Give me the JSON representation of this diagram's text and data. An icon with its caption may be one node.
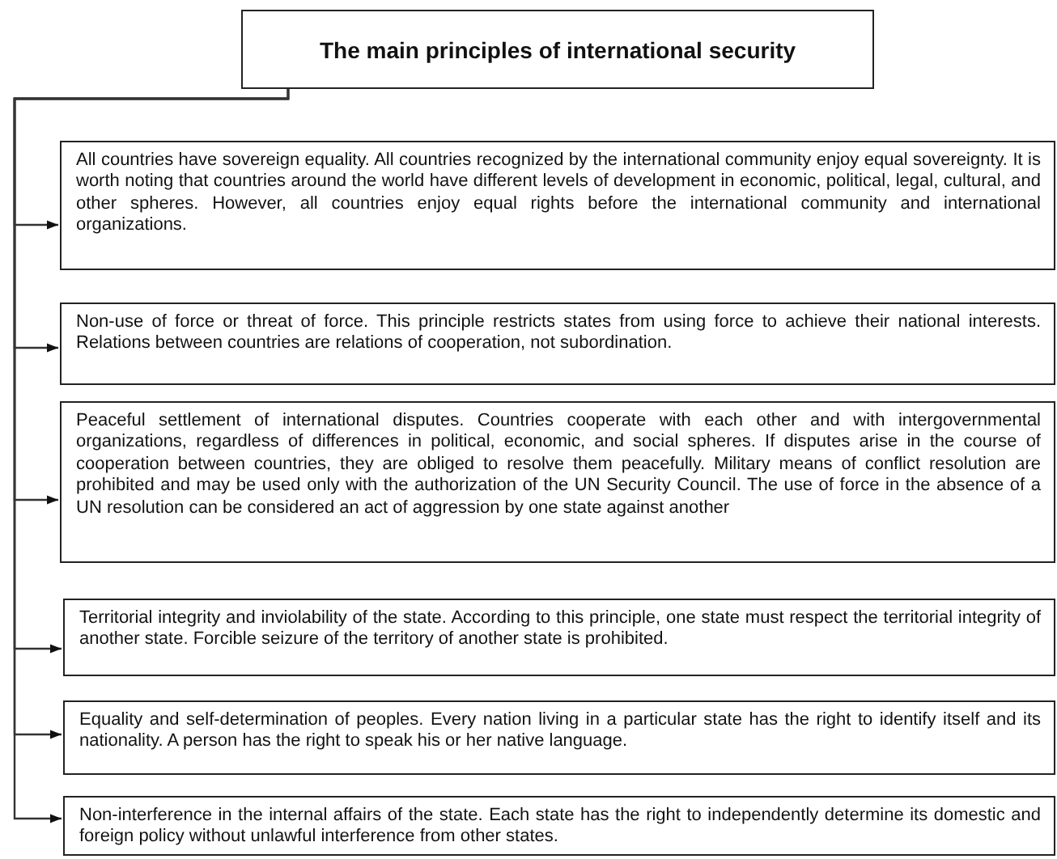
{
  "diagram": {
    "nodes": [
      {
        "text": [
          "The main principles of international security"
        ]
      },
      {
        "text": [
          "All countries have sovereign equality. All countries recognized by the international community enjoy equal sovereignty. It is worth noting that countries around the world have different levels of development in economic, political, legal, cultural, and other spheres. However, all countries enjoy equal rights before the international community and international organizations."
        ]
      },
      {
        "text": [
          "Non-use of force or threat of force. This principle restricts states from using force to achieve their national interests. Relations between countries are relations of cooperation, not subordination."
        ]
      },
      {
        "text": [
          "Peaceful settlement of international disputes. Countries cooperate with each other and with intergovernmental organizations, regardless of differences in political, economic, and social spheres. If disputes arise in the course of cooperation between countries, they are obliged to resolve them peacefully. Military means of conflict resolution are prohibited and may be used only with the authorization of the UN Security Council. The use of force in the absence of a UN resolution can be considered an act of aggression by one state against another"
        ]
      },
      {
        "text": [
          "Territorial integrity and inviolability of the state. According to this principle, one state must respect the territorial integrity of another state. Forcible seizure of the territory of another state is prohibited."
        ]
      },
      {
        "text": [
          "Equality and self-determination of peoples. Every nation living in a particular state has the right to identify itself and its nationality. A person has the right to speak his or her native language."
        ]
      },
      {
        "text": [
          "Non-interference in the internal affairs of the state. Each state has the right to independently determine its domestic and foreign policy without unlawful interference from other states."
        ]
      }
    ],
    "edges": [
      {
        "from": 0,
        "to": 1,
        "arrow": "to"
      },
      {
        "from": 0,
        "to": 2,
        "arrow": "to"
      },
      {
        "from": 0,
        "to": 3,
        "arrow": "to"
      },
      {
        "from": 0,
        "to": 4,
        "arrow": "to"
      },
      {
        "from": 0,
        "to": 5,
        "arrow": "to"
      },
      {
        "from": 0,
        "to": 6,
        "arrow": "to"
      }
    ]
  }
}
